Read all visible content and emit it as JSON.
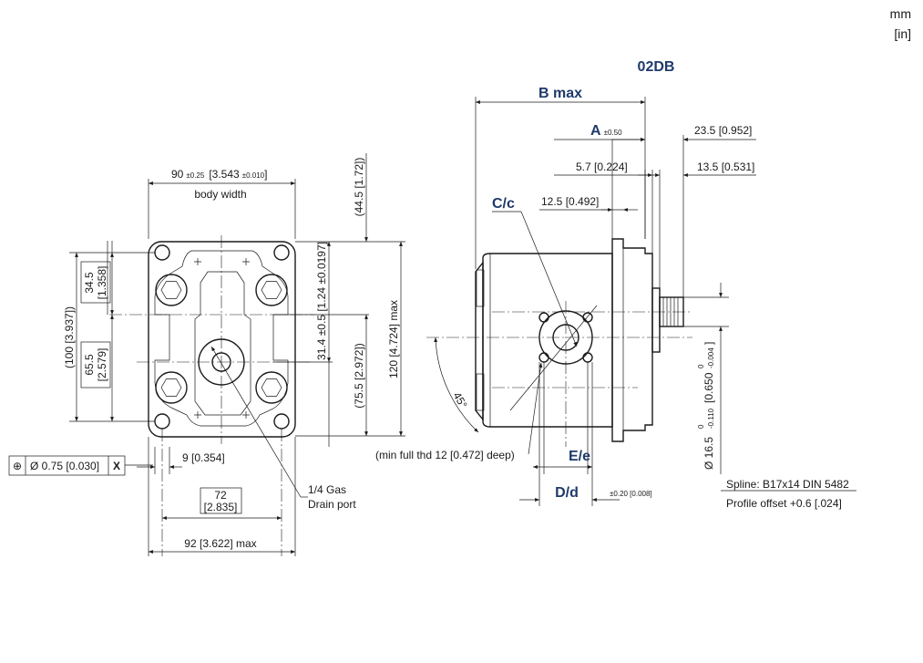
{
  "units": {
    "primary": "mm",
    "secondary": "[in]"
  },
  "model": "02DB",
  "front_view": {
    "width_label": "90",
    "width_tol": "±0.25",
    "width_in": "[3.543",
    "width_in_tol": "±0.010",
    "width_in_close": "]",
    "body_width": "body width",
    "bolt_top_mm": "34.5",
    "bolt_top_in": "[1.358]",
    "bolt_bot_mm": "65.5",
    "bolt_bot_in": "[2.579]",
    "overall_height": "(100 [3.937])",
    "top_offset": "(44.5 [1.72])",
    "shaft_offset": "31.4 ±0.5 [1.24 ±0.0197]",
    "lower_offset": "(75.5 [2.972])",
    "max_height": "120 [4.724] max",
    "hole_dim": "9 [0.354]",
    "center_mm": "72",
    "center_in": "[2.835]",
    "max_width": "92 [3.622] max",
    "drain_1": "1/4 Gas",
    "drain_2": "Drain port"
  },
  "tolerance_frame": {
    "symbol": "⊕",
    "value": "Ø 0.75 [0.030]",
    "datum": "X"
  },
  "side_view": {
    "b_max": "B max",
    "a_label": "A",
    "a_tol": "±0.50",
    "dim_23_5": "23.5 [0.952]",
    "dim_5_7": "5.7 [0.224]",
    "dim_13_5": "13.5 [0.531]",
    "dim_12_5": "12.5 [0.492]",
    "cc_label": "C/c",
    "angle": "45°",
    "thread_note": "(min full thd 12 [0.472] deep)",
    "ee_label": "E/e",
    "dd_label": "D/d",
    "dd_tol": "±0.20 [0.008]",
    "shaft_dia_mm": "Ø 16.5",
    "shaft_tol_mm_up": "0",
    "shaft_tol_mm_dn": "-0.110",
    "shaft_in": "[0.650",
    "shaft_tol_in_up": "0",
    "shaft_tol_in_dn": "-0.004",
    "shaft_in_close": "]",
    "spline": "Spline: B17x14 DIN 5482",
    "profile": "Profile offset +0.6 [.024]"
  },
  "colors": {
    "ink": "#1a1a1a",
    "accent": "#1f3a6b"
  }
}
